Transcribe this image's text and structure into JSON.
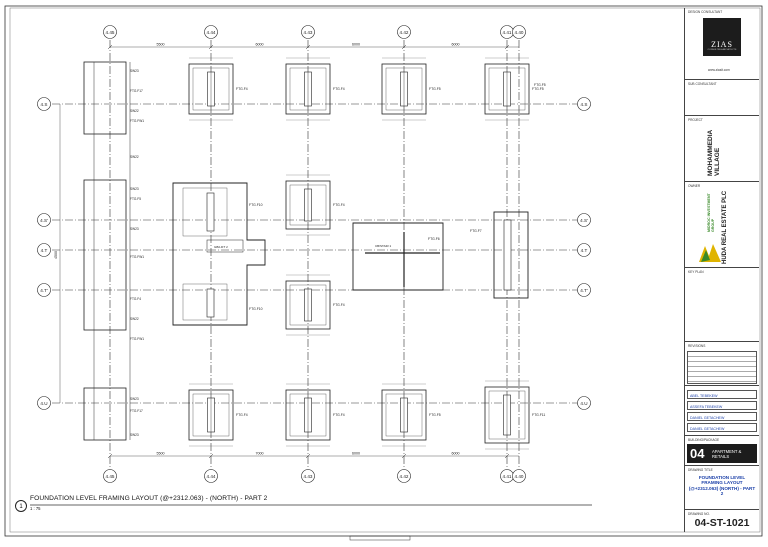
{
  "drawing": {
    "title": "FOUNDATION  LEVEL FRAMING LAYOUT (@+2312.063) - (NORTH) - PART 2",
    "scale": "1 : 75",
    "view_number": "1"
  },
  "grids": {
    "vertical": [
      "4.45",
      "4.44",
      "4.43",
      "4.42",
      "4.41",
      "4.40"
    ],
    "horizontal": [
      "4.S",
      "4.S'",
      "4.T",
      "4.T'",
      "4.U"
    ],
    "top_dims": [
      "5500",
      "6000",
      "6000",
      "6000"
    ],
    "bottom_dims": [
      "5500",
      "7000",
      "6000",
      "6000"
    ],
    "left_dims": [
      "4500"
    ]
  },
  "footings": {
    "f4": "FTG.F4",
    "f5": "FTG.F5",
    "f17": "FTG.F17",
    "f10": "FTG.F10",
    "f11": "FTG.F11",
    "f6": "FTG.F6",
    "f7": "FTG.F7",
    "fw1": "FTG.FW1",
    "sw": "SW22",
    "sw2": "SW23",
    "lift": "GB/LIFT 2",
    "core": "CB/STAIR 1"
  },
  "title_block": {
    "consultant_label": "DESIGN CONSULTANT",
    "logo_text": "ZIAS",
    "logo_sub": "CONSULTING ARCHITECTS",
    "website": "www.ziasit.com",
    "sub_consultant_label": "SUB CONSULTANT",
    "project_label": "PROJECT",
    "project_name": "MOHAMMEDIA VILLAGE",
    "owner_label": "OWNER",
    "owner_group": "MIDROC INVESTMENT GROUP",
    "owner_name": "HUDA REAL ESTATE PLC",
    "key_plan_label": "KEY PLAN",
    "revisions_label": "REVISIONS",
    "people": [
      "ABEL TEBEKEW",
      "ASSEFA TEBEKEW",
      "DANIEL GETACHEW",
      "DANIEL GETACHEW"
    ],
    "block_label": "BUILDING/PACKAGE",
    "block_number": "04",
    "block_name": "APARTMENT & RETAILS",
    "sheet_title_label": "DRAWING TITLE",
    "sheet_title": "FOUNDATION LEVEL FRAMING LAYOUT (@+2312.063) (NORTH) - PART 2",
    "sheet_no_label": "DRAWING NO.",
    "sheet_no": "04-ST-1021"
  },
  "colors": {
    "line": "#222222",
    "accent": "#1a3fa8",
    "green": "#3a8a2a",
    "yellow": "#e0b400"
  }
}
